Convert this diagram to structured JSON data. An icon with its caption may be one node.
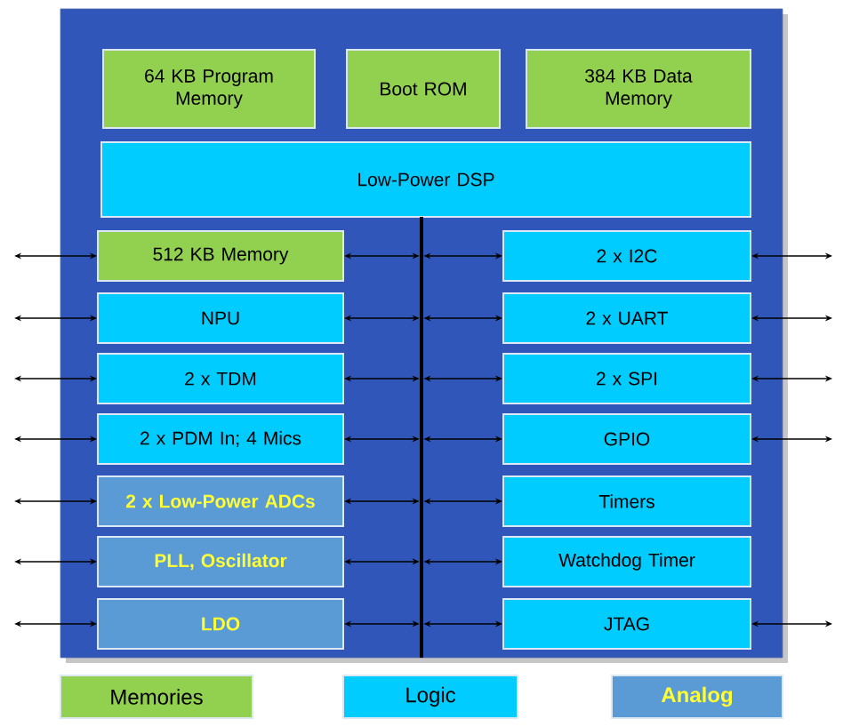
{
  "diagram": {
    "nodes": [
      {
        "text": [],
        "shape": "box"
      },
      {
        "text": [
          "64 KB Program Memory"
        ],
        "in": 0
      },
      {
        "text": [
          "Boot ROM"
        ],
        "in": 0
      },
      {
        "text": [
          "384 KB Data Memory"
        ],
        "in": 0
      },
      {
        "text": [
          "Low-Power DSP"
        ],
        "in": 0
      },
      {
        "text": [],
        "shape": "bar",
        "in": 0
      },
      {
        "text": [
          "512 KB Memory"
        ],
        "in": 0
      },
      {
        "text": [
          "NPU"
        ],
        "in": 0
      },
      {
        "text": [
          "2 x TDM"
        ],
        "in": 0
      },
      {
        "text": [
          "2 x PDM In; 4 Mics"
        ],
        "in": 0
      },
      {
        "text": [
          "2 x Low-Power ADCs"
        ],
        "in": 0
      },
      {
        "text": [
          "PLL, Oscillator"
        ],
        "in": 0
      },
      {
        "text": [
          "LDO"
        ],
        "in": 0
      },
      {
        "text": [
          "2 x I2C"
        ],
        "in": 0
      },
      {
        "text": [
          "2 x UART"
        ],
        "in": 0
      },
      {
        "text": [
          "2 x SPI"
        ],
        "in": 0
      },
      {
        "text": [
          "GPIO"
        ],
        "in": 0
      },
      {
        "text": [
          "Timers"
        ],
        "in": 0
      },
      {
        "text": [
          "Watchdog Timer"
        ],
        "in": 0
      },
      {
        "text": [
          "JTAG"
        ],
        "in": 0
      }
    ],
    "edges": [
      {
        "from": null,
        "to": 6,
        "arrow": "both"
      },
      {
        "from": null,
        "to": 7,
        "arrow": "both"
      },
      {
        "from": null,
        "to": 8,
        "arrow": "both"
      },
      {
        "from": null,
        "to": 9,
        "arrow": "both"
      },
      {
        "from": null,
        "to": 10,
        "arrow": "both"
      },
      {
        "from": null,
        "to": 11,
        "arrow": "both"
      },
      {
        "from": null,
        "to": 12,
        "arrow": "both"
      },
      {
        "from": 6,
        "to": 5,
        "arrow": "both"
      },
      {
        "from": 7,
        "to": 5,
        "arrow": "both"
      },
      {
        "from": 8,
        "to": 5,
        "arrow": "both"
      },
      {
        "from": 9,
        "to": 5,
        "arrow": "both"
      },
      {
        "from": 10,
        "to": 5,
        "arrow": "both"
      },
      {
        "from": 11,
        "to": 5,
        "arrow": "both"
      },
      {
        "from": 12,
        "to": 5,
        "arrow": "both"
      },
      {
        "from": 5,
        "to": 13,
        "arrow": "both"
      },
      {
        "from": 5,
        "to": 14,
        "arrow": "both"
      },
      {
        "from": 5,
        "to": 15,
        "arrow": "both"
      },
      {
        "from": 5,
        "to": 16,
        "arrow": "both"
      },
      {
        "from": 5,
        "to": 17,
        "arrow": "both"
      },
      {
        "from": 5,
        "to": 18,
        "arrow": "both"
      },
      {
        "from": 5,
        "to": 19,
        "arrow": "both"
      },
      {
        "from": 13,
        "to": null,
        "arrow": "both"
      },
      {
        "from": 14,
        "to": null,
        "arrow": "both"
      },
      {
        "from": 15,
        "to": null,
        "arrow": "both"
      },
      {
        "from": 16,
        "to": null,
        "arrow": "both"
      },
      {
        "from": 19,
        "to": null,
        "arrow": "both"
      }
    ],
    "legend": [
      {
        "text": "Memories",
        "color": "#92d050"
      },
      {
        "text": "Logic",
        "color": "#00ccff"
      },
      {
        "text": "Analog",
        "color": "#5b9bd5"
      }
    ]
  }
}
